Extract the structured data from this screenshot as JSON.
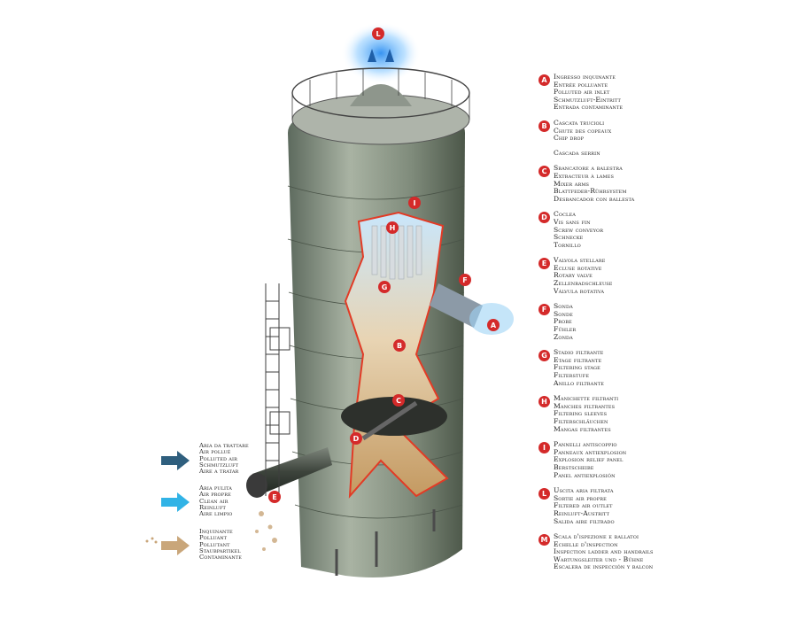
{
  "legend": [
    {
      "letter": "A",
      "lines": [
        "Ingresso inquinante",
        "Entrée polluante",
        "Polluted air inlet",
        "Schmutzluft-Eintritt",
        "Entrada contaminante"
      ]
    },
    {
      "letter": "B",
      "lines": [
        "Cascata trucioli",
        "Chute des copeaux",
        "Chip drop"
      ],
      "extra": [
        "Cascada serrin"
      ]
    },
    {
      "letter": "C",
      "lines": [
        "Sbancatore a balestra",
        "Extracteur à lames",
        "Mixer arms",
        "Blattfeder-Rührsystem",
        "Desbancador con ballesta"
      ]
    },
    {
      "letter": "D",
      "lines": [
        "Coclea",
        "Vis sans fin",
        "Screw conveyor",
        "Schnecke",
        "Tornillo"
      ]
    },
    {
      "letter": "E",
      "lines": [
        "Valvola stellare",
        "Ecluse rotative",
        "Rotary valve",
        "Zellenradschleuse",
        "Válvula rotativa"
      ]
    },
    {
      "letter": "F",
      "lines": [
        "Sonda",
        "Sonde",
        "Probe",
        "Fühler",
        "Zonda"
      ]
    },
    {
      "letter": "G",
      "lines": [
        "Stadio filtrante",
        "Etage filtrante",
        "Filtering stage",
        "Filterstufe",
        "Anillo filtrante"
      ]
    },
    {
      "letter": "H",
      "lines": [
        "Manichette filtranti",
        "Manches filtrantes",
        "Filtering sleeves",
        "Filterschläuchen",
        "Mangas filtrantes"
      ]
    },
    {
      "letter": "I",
      "lines": [
        "Pannelli antiscoppio",
        "Panneaux antiexplosion",
        "Explosion relief panel",
        "Berstscheibe",
        "Panel antiexplosión"
      ]
    },
    {
      "letter": "L",
      "lines": [
        "Uscita aria filtrata",
        "Sortie air propre",
        "Filtered air outlet",
        "Reinluft-Austritt",
        "Salida aire filtrado"
      ]
    },
    {
      "letter": "M",
      "lines": [
        "Scala d'ispezione e ballatoi",
        "Echelle d'inspection",
        "Inspection ladder and handrails",
        "Wartungsleiter und - Bühne",
        "Escalera de inspección y balcon"
      ]
    }
  ],
  "keys": [
    {
      "id": "dirty",
      "lines": [
        "Aria da trattare",
        "Air pollué",
        "Polluted air",
        "Schmutzluft",
        "Aire a tratar"
      ],
      "color": "#2f5f7e"
    },
    {
      "id": "clean",
      "lines": [
        "Aria pulita",
        "Air propre",
        "Clean air",
        "Reinluft",
        "Aire limpio"
      ],
      "color": "#31b3e6"
    },
    {
      "id": "dust",
      "lines": [
        "Inquinante",
        "Polluant",
        "Pollutant",
        "Staubpartikel",
        "Contaminante"
      ],
      "color": "#c9a67a"
    }
  ],
  "markers": {
    "A": "A",
    "B": "B",
    "C": "C",
    "D": "D",
    "E": "E",
    "F": "F",
    "G": "G",
    "H": "H",
    "I": "I",
    "L": "L"
  },
  "colors": {
    "badge": "#d42a2a",
    "cutaway": "#e23b26",
    "silo": "#8d9886"
  }
}
